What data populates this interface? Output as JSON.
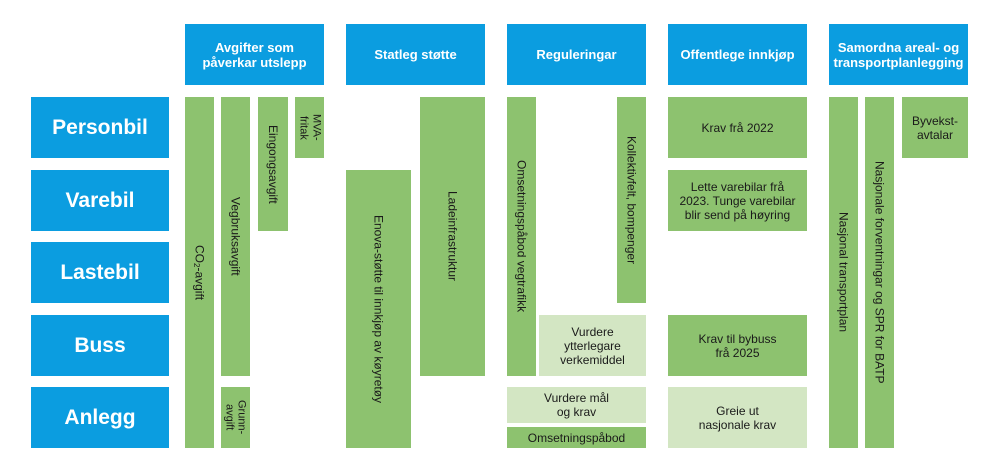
{
  "headers": [
    "Avgifter som påverkar utslepp",
    "Statleg støtte",
    "Reguleringar",
    "Offentlege innkjøp",
    "Samordna areal- og transportplanlegging"
  ],
  "rows": [
    "Personbil",
    "Varebil",
    "Lastebil",
    "Buss",
    "Anlegg"
  ],
  "bars": {
    "co2": {
      "pre": "CO",
      "sub": "2",
      "post": "-avgift"
    },
    "vegbruk": "Vegbruksavgift",
    "eingangs": "Eingongsavgift",
    "mva": "MVA-fritak",
    "grunn": "Grunn-avgift",
    "enova": "Enova-støtte til innkjøp av køyretøy",
    "ladeinfra": "Ladeinfrastruktur",
    "omsetning_veg": "Omsetningspåbod vegtrafikk",
    "kollektiv": "Kollektivfelt, bompenger",
    "vurdere_ytterlegare": "Vurdere ytterlegare verkemiddel",
    "vurdere_maal": "Vurdere mål og krav",
    "omsetningspaabod": "Omsetningspåbod",
    "krav2022": "Krav frå 2022",
    "lette_varebil": "Lette varebilar frå 2023. Tunge varebilar blir send på høyring",
    "krav_bybuss": "Krav til bybuss frå 2025",
    "greie_ut": "Greie ut nasjonale krav",
    "nasjonal_transportplan": "Nasjonal transportplan",
    "nasjonale_forventningar": "Nasjonale forventningar og SPR for BATP",
    "byvekst": "Byvekst-avtalar"
  }
}
